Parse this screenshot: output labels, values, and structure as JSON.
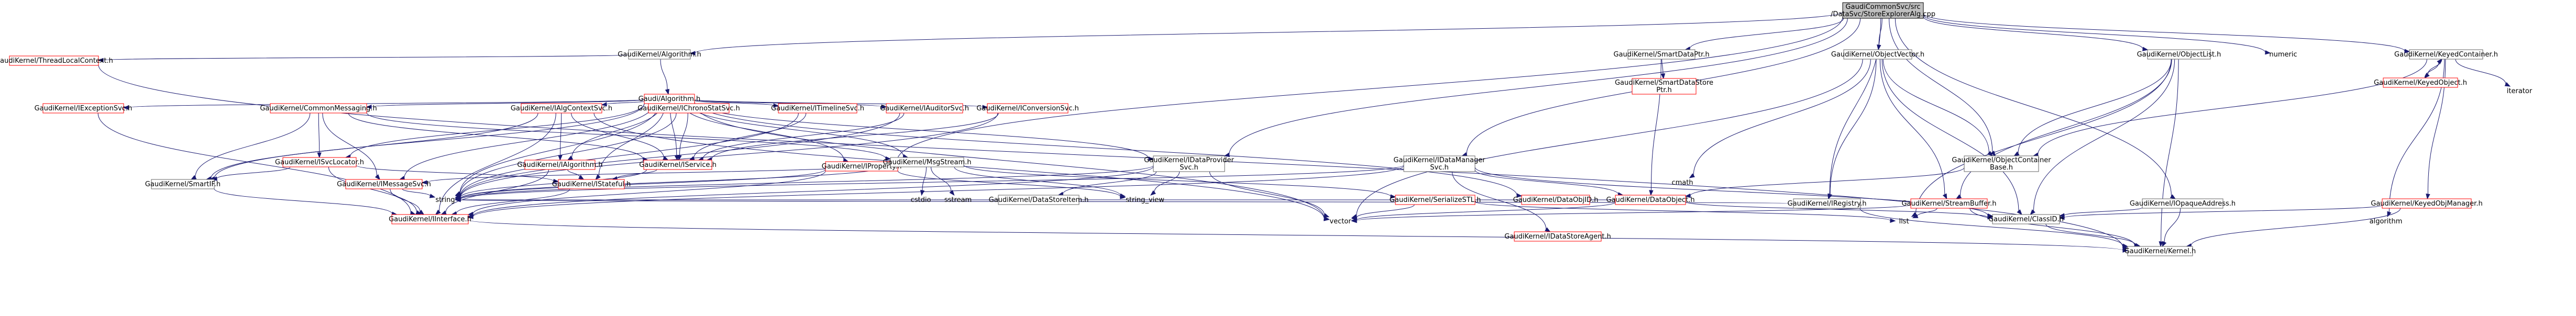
{
  "nodes": [
    {
      "id": "root",
      "lines": [
        "GaudiCommonSvc/src",
        "/DataSvc/StoreExplorerAlg.cpp"
      ],
      "kind": "root"
    },
    {
      "id": "algorithm_h",
      "lines": [
        "GaudiKernel/Algorithm.h"
      ],
      "kind": "normal"
    },
    {
      "id": "smartdataptr_h",
      "lines": [
        "GaudiKernel/SmartDataPtr.h"
      ],
      "kind": "normal"
    },
    {
      "id": "objectvector_h",
      "lines": [
        "GaudiKernel/ObjectVector.h"
      ],
      "kind": "normal"
    },
    {
      "id": "objectlist_h",
      "lines": [
        "GaudiKernel/ObjectList.h"
      ],
      "kind": "normal"
    },
    {
      "id": "keyedcontainer_h",
      "lines": [
        "GaudiKernel/KeyedContainer.h"
      ],
      "kind": "normal"
    },
    {
      "id": "numeric",
      "lines": [
        "numeric"
      ],
      "kind": "plain"
    },
    {
      "id": "threadlocalcontext_h",
      "lines": [
        "GaudiKernel/ThreadLocalContext.h"
      ],
      "kind": "red"
    },
    {
      "id": "galgorithm_h",
      "lines": [
        "Gaudi/Algorithm.h"
      ],
      "kind": "red"
    },
    {
      "id": "smartdatastoreptr_h",
      "lines": [
        "GaudiKernel/SmartDataStore",
        "Ptr.h"
      ],
      "kind": "red"
    },
    {
      "id": "iexceptionsvc_h",
      "lines": [
        "GaudiKernel/IExceptionSvc.h"
      ],
      "kind": "red"
    },
    {
      "id": "commonmessaging_h",
      "lines": [
        "GaudiKernel/CommonMessaging.h"
      ],
      "kind": "red"
    },
    {
      "id": "ialgcontextsvc_h",
      "lines": [
        "GaudiKernel/IAlgContextSvc.h"
      ],
      "kind": "red"
    },
    {
      "id": "ichronostatsvc_h",
      "lines": [
        "GaudiKernel/IChronoStatSvc.h"
      ],
      "kind": "red"
    },
    {
      "id": "itimelinesvc_h",
      "lines": [
        "GaudiKernel/ITimelineSvc.h"
      ],
      "kind": "red"
    },
    {
      "id": "iauditorsvc_h",
      "lines": [
        "GaudiKernel/IAuditorSvc.h"
      ],
      "kind": "red"
    },
    {
      "id": "iconversionsvc_h",
      "lines": [
        "GaudiKernel/IConversionSvc.h"
      ],
      "kind": "red"
    },
    {
      "id": "iproperty_h",
      "lines": [
        "GaudiKernel/IProperty.h"
      ],
      "kind": "red"
    },
    {
      "id": "msgstream_h",
      "lines": [
        "GaudiKernel/MsgStream.h"
      ],
      "kind": "normal"
    },
    {
      "id": "idataprovidersvc_h",
      "lines": [
        "GaudiKernel/IDataProvider",
        "Svc.h"
      ],
      "kind": "normal"
    },
    {
      "id": "idatamanagersvc_h",
      "lines": [
        "GaudiKernel/IDataManager",
        "Svc.h"
      ],
      "kind": "normal"
    },
    {
      "id": "objectcontainerbase_h",
      "lines": [
        "GaudiKernel/ObjectContainer",
        "Base.h"
      ],
      "kind": "normal"
    },
    {
      "id": "keyedobject_h",
      "lines": [
        "GaudiKernel/KeyedObject.h"
      ],
      "kind": "red"
    },
    {
      "id": "iterator",
      "lines": [
        "iterator"
      ],
      "kind": "plain"
    },
    {
      "id": "isvclocator_h",
      "lines": [
        "GaudiKernel/ISvcLocator.h"
      ],
      "kind": "red"
    },
    {
      "id": "ialgorithm_h",
      "lines": [
        "GaudiKernel/IAlgorithm.h"
      ],
      "kind": "red"
    },
    {
      "id": "iservice_h",
      "lines": [
        "GaudiKernel/IService.h"
      ],
      "kind": "red"
    },
    {
      "id": "smartif_h",
      "lines": [
        "GaudiKernel/SmartIF.h"
      ],
      "kind": "normal"
    },
    {
      "id": "imessagesvc_h",
      "lines": [
        "GaudiKernel/IMessageSvc.h"
      ],
      "kind": "red"
    },
    {
      "id": "istateful_h",
      "lines": [
        "GaudiKernel/IStateful.h"
      ],
      "kind": "red"
    },
    {
      "id": "iinterface_h",
      "lines": [
        "GaudiKernel/IInterface.h"
      ],
      "kind": "red"
    },
    {
      "id": "string",
      "lines": [
        "string"
      ],
      "kind": "plain"
    },
    {
      "id": "cstdio",
      "lines": [
        "cstdio"
      ],
      "kind": "plain"
    },
    {
      "id": "sstream",
      "lines": [
        "sstream"
      ],
      "kind": "plain"
    },
    {
      "id": "string_view",
      "lines": [
        "string_view"
      ],
      "kind": "plain"
    },
    {
      "id": "idatastoreitem_h",
      "lines": [
        "GaudiKernel/DataStoreItem.h"
      ],
      "kind": "normal"
    },
    {
      "id": "serializestl_h",
      "lines": [
        "GaudiKernel/SerializeSTL.h"
      ],
      "kind": "red"
    },
    {
      "id": "dataobjid_h",
      "lines": [
        "GaudiKernel/DataObjID.h"
      ],
      "kind": "red"
    },
    {
      "id": "dataobject_h",
      "lines": [
        "GaudiKernel/DataObject.h"
      ],
      "kind": "red"
    },
    {
      "id": "cmath",
      "lines": [
        "cmath"
      ],
      "kind": "plain"
    },
    {
      "id": "iregistry_h",
      "lines": [
        "GaudiKernel/IRegistry.h"
      ],
      "kind": "normal"
    },
    {
      "id": "streambuffer_h",
      "lines": [
        "GaudiKernel/StreamBuffer.h"
      ],
      "kind": "red"
    },
    {
      "id": "iopaqueaddress_h",
      "lines": [
        "GaudiKernel/IOpaqueAddress.h"
      ],
      "kind": "normal"
    },
    {
      "id": "keyedobjmanager_h",
      "lines": [
        "GaudiKernel/KeyedObjManager.h"
      ],
      "kind": "red"
    },
    {
      "id": "idatastoreagent_h",
      "lines": [
        "GaudiKernel/IDataStoreAgent.h"
      ],
      "kind": "red"
    },
    {
      "id": "vector",
      "lines": [
        "vector"
      ],
      "kind": "plain"
    },
    {
      "id": "list",
      "lines": [
        "list"
      ],
      "kind": "plain"
    },
    {
      "id": "classid_h",
      "lines": [
        "GaudiKernel/ClassID.h"
      ],
      "kind": "normal"
    },
    {
      "id": "algorithm",
      "lines": [
        "algorithm"
      ],
      "kind": "plain"
    },
    {
      "id": "kernel_h",
      "lines": [
        "GaudiKernel/Kernel.h"
      ],
      "kind": "normal"
    }
  ],
  "edges": [
    [
      "root",
      "algorithm_h"
    ],
    [
      "root",
      "smartdataptr_h"
    ],
    [
      "root",
      "objectvector_h"
    ],
    [
      "root",
      "objectlist_h"
    ],
    [
      "root",
      "keyedcontainer_h"
    ],
    [
      "root",
      "numeric"
    ],
    [
      "root",
      "idataprovidersvc_h"
    ],
    [
      "root",
      "idatamanagersvc_h"
    ],
    [
      "root",
      "objectcontainerbase_h"
    ],
    [
      "root",
      "iregistry_h"
    ],
    [
      "root",
      "iopaqueaddress_h"
    ],
    [
      "root",
      "iproperty_h"
    ],
    [
      "algorithm_h",
      "galgorithm_h"
    ],
    [
      "algorithm_h",
      "threadlocalcontext_h"
    ],
    [
      "threadlocalcontext_h",
      "kernel_h"
    ],
    [
      "smartdataptr_h",
      "smartdatastoreptr_h"
    ],
    [
      "smartdataptr_h",
      "dataobject_h"
    ],
    [
      "galgorithm_h",
      "iexceptionsvc_h"
    ],
    [
      "galgorithm_h",
      "commonmessaging_h"
    ],
    [
      "galgorithm_h",
      "ialgcontextsvc_h"
    ],
    [
      "galgorithm_h",
      "ichronostatsvc_h"
    ],
    [
      "galgorithm_h",
      "itimelinesvc_h"
    ],
    [
      "galgorithm_h",
      "iauditorsvc_h"
    ],
    [
      "galgorithm_h",
      "iconversionsvc_h"
    ],
    [
      "galgorithm_h",
      "iproperty_h"
    ],
    [
      "galgorithm_h",
      "msgstream_h"
    ],
    [
      "galgorithm_h",
      "idataprovidersvc_h"
    ],
    [
      "galgorithm_h",
      "isvclocator_h"
    ],
    [
      "galgorithm_h",
      "ialgorithm_h"
    ],
    [
      "galgorithm_h",
      "iservice_h"
    ],
    [
      "galgorithm_h",
      "smartif_h"
    ],
    [
      "galgorithm_h",
      "imessagesvc_h"
    ],
    [
      "galgorithm_h",
      "istateful_h"
    ],
    [
      "galgorithm_h",
      "string"
    ],
    [
      "galgorithm_h",
      "vector"
    ],
    [
      "galgorithm_h",
      "dataobjid_h"
    ],
    [
      "iexceptionsvc_h",
      "iinterface_h"
    ],
    [
      "commonmessaging_h",
      "isvclocator_h"
    ],
    [
      "commonmessaging_h",
      "imessagesvc_h"
    ],
    [
      "commonmessaging_h",
      "smartif_h"
    ],
    [
      "commonmessaging_h",
      "msgstream_h"
    ],
    [
      "commonmessaging_h",
      "iservice_h"
    ],
    [
      "ialgcontextsvc_h",
      "iinterface_h"
    ],
    [
      "ialgcontextsvc_h",
      "ialgorithm_h"
    ],
    [
      "ialgcontextsvc_h",
      "iservice_h"
    ],
    [
      "ialgcontextsvc_h",
      "smartif_h"
    ],
    [
      "ialgcontextsvc_h",
      "vector"
    ],
    [
      "ichronostatsvc_h",
      "iservice_h"
    ],
    [
      "ichronostatsvc_h",
      "string"
    ],
    [
      "itimelinesvc_h",
      "iservice_h"
    ],
    [
      "itimelinesvc_h",
      "string"
    ],
    [
      "iauditorsvc_h",
      "iservice_h"
    ],
    [
      "iauditorsvc_h",
      "string"
    ],
    [
      "iconversionsvc_h",
      "iservice_h"
    ],
    [
      "iconversionsvc_h",
      "string"
    ],
    [
      "iproperty_h",
      "iinterface_h"
    ],
    [
      "iproperty_h",
      "string"
    ],
    [
      "iproperty_h",
      "string_view"
    ],
    [
      "msgstream_h",
      "imessagesvc_h"
    ],
    [
      "msgstream_h",
      "serializestl_h"
    ],
    [
      "msgstream_h",
      "cstdio"
    ],
    [
      "msgstream_h",
      "sstream"
    ],
    [
      "msgstream_h",
      "string"
    ],
    [
      "msgstream_h",
      "string_view"
    ],
    [
      "idataprovidersvc_h",
      "idatastoreitem_h"
    ],
    [
      "idataprovidersvc_h",
      "iinterface_h"
    ],
    [
      "idataprovidersvc_h",
      "string"
    ],
    [
      "idataprovidersvc_h",
      "string_view"
    ],
    [
      "idataprovidersvc_h",
      "vector"
    ],
    [
      "idatamanagersvc_h",
      "iinterface_h"
    ],
    [
      "idatamanagersvc_h",
      "classid_h"
    ],
    [
      "idatamanagersvc_h",
      "string"
    ],
    [
      "idatamanagersvc_h",
      "idatastoreagent_h"
    ],
    [
      "idatamanagersvc_h",
      "dataobject_h"
    ],
    [
      "objectvector_h",
      "objectcontainerbase_h"
    ],
    [
      "objectvector_h",
      "classid_h"
    ],
    [
      "objectvector_h",
      "streambuffer_h"
    ],
    [
      "objectvector_h",
      "iregistry_h"
    ],
    [
      "objectvector_h",
      "vector"
    ],
    [
      "objectvector_h",
      "cmath"
    ],
    [
      "objectlist_h",
      "objectcontainerbase_h"
    ],
    [
      "objectlist_h",
      "classid_h"
    ],
    [
      "objectlist_h",
      "streambuffer_h"
    ],
    [
      "objectlist_h",
      "list"
    ],
    [
      "objectlist_h",
      "kernel_h"
    ],
    [
      "objectcontainerbase_h",
      "dataobject_h"
    ],
    [
      "keyedcontainer_h",
      "objectcontainerbase_h"
    ],
    [
      "keyedcontainer_h",
      "keyedobject_h"
    ],
    [
      "keyedcontainer_h",
      "keyedobjmanager_h"
    ],
    [
      "keyedcontainer_h",
      "iterator"
    ],
    [
      "keyedcontainer_h",
      "algorithm"
    ],
    [
      "keyedobject_h",
      "keyedcontainer_h"
    ],
    [
      "keyedobjmanager_h",
      "kernel_h"
    ],
    [
      "keyedobjmanager_h",
      "classid_h"
    ],
    [
      "isvclocator_h",
      "iinterface_h"
    ],
    [
      "isvclocator_h",
      "smartif_h"
    ],
    [
      "isvclocator_h",
      "istateful_h"
    ],
    [
      "ialgorithm_h",
      "istateful_h"
    ],
    [
      "ialgorithm_h",
      "iinterface_h"
    ],
    [
      "iservice_h",
      "istateful_h"
    ],
    [
      "iservice_h",
      "string"
    ],
    [
      "smartif_h",
      "iinterface_h"
    ],
    [
      "imessagesvc_h",
      "iinterface_h"
    ],
    [
      "imessagesvc_h",
      "string"
    ],
    [
      "istateful_h",
      "iinterface_h"
    ],
    [
      "iinterface_h",
      "kernel_h"
    ],
    [
      "idatastoreitem_h",
      "string"
    ],
    [
      "serializestl_h",
      "list"
    ],
    [
      "serializestl_h",
      "vector"
    ],
    [
      "dataobject_h",
      "classid_h"
    ],
    [
      "dataobject_h",
      "string"
    ],
    [
      "dataobject_h",
      "vector"
    ],
    [
      "iregistry_h",
      "kernel_h"
    ],
    [
      "iregistry_h",
      "string"
    ],
    [
      "streambuffer_h",
      "kernel_h"
    ],
    [
      "streambuffer_h",
      "list"
    ],
    [
      "streambuffer_h",
      "vector"
    ],
    [
      "iopaqueaddress_h",
      "kernel_h"
    ],
    [
      "iopaqueaddress_h",
      "classid_h"
    ],
    [
      "classid_h",
      "kernel_h"
    ]
  ]
}
